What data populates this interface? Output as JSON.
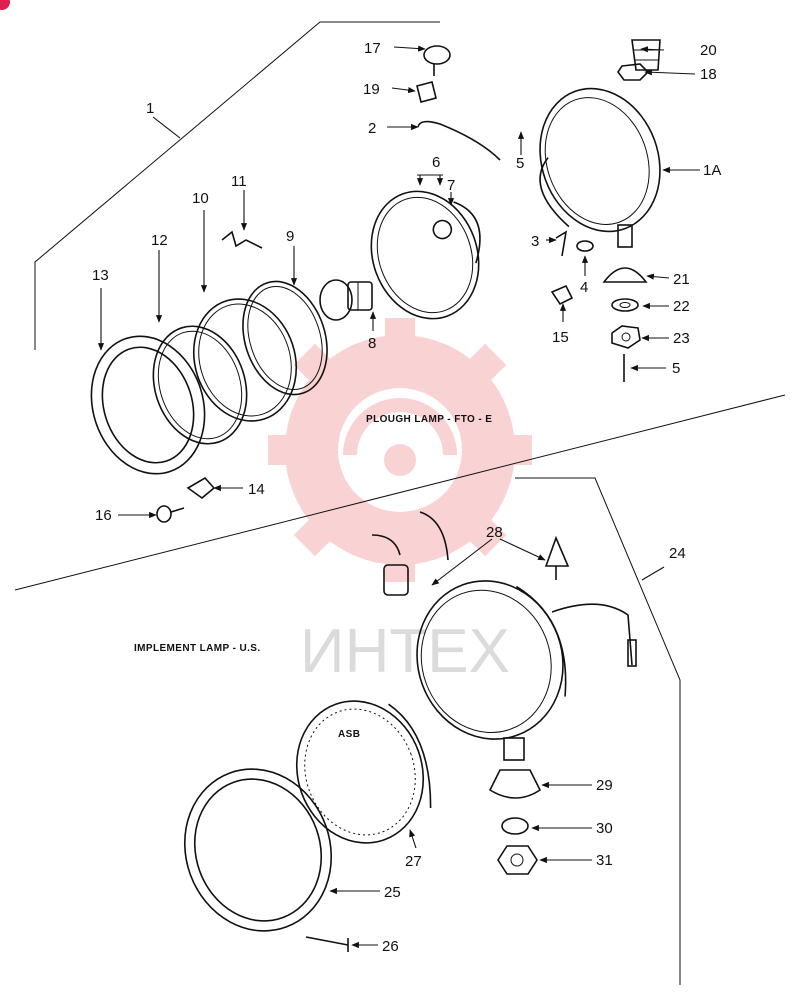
{
  "captions": {
    "plough": "PLOUGH LAMP - FTO - E",
    "implement": "IMPLEMENT LAMP - U.S."
  },
  "watermark": {
    "text": "ИНТЕХ",
    "color": "#e8383d"
  },
  "callouts": {
    "c1": "1",
    "c1a": "1A",
    "c2": "2",
    "c3": "3",
    "c4": "4",
    "c5a": "5",
    "c5b": "5",
    "c6": "6",
    "c7": "7",
    "c8": "8",
    "c9": "9",
    "c10": "10",
    "c11": "11",
    "c12": "12",
    "c13": "13",
    "c14": "14",
    "c15": "15",
    "c16": "16",
    "c17": "17",
    "c18": "18",
    "c19": "19",
    "c20": "20",
    "c21": "21",
    "c22": "22",
    "c23": "23",
    "c24": "24",
    "c25": "25",
    "c26": "26",
    "c27": "27",
    "c28": "28",
    "c29": "29",
    "c30": "30",
    "c31": "31"
  },
  "lens_mark": "ASB"
}
